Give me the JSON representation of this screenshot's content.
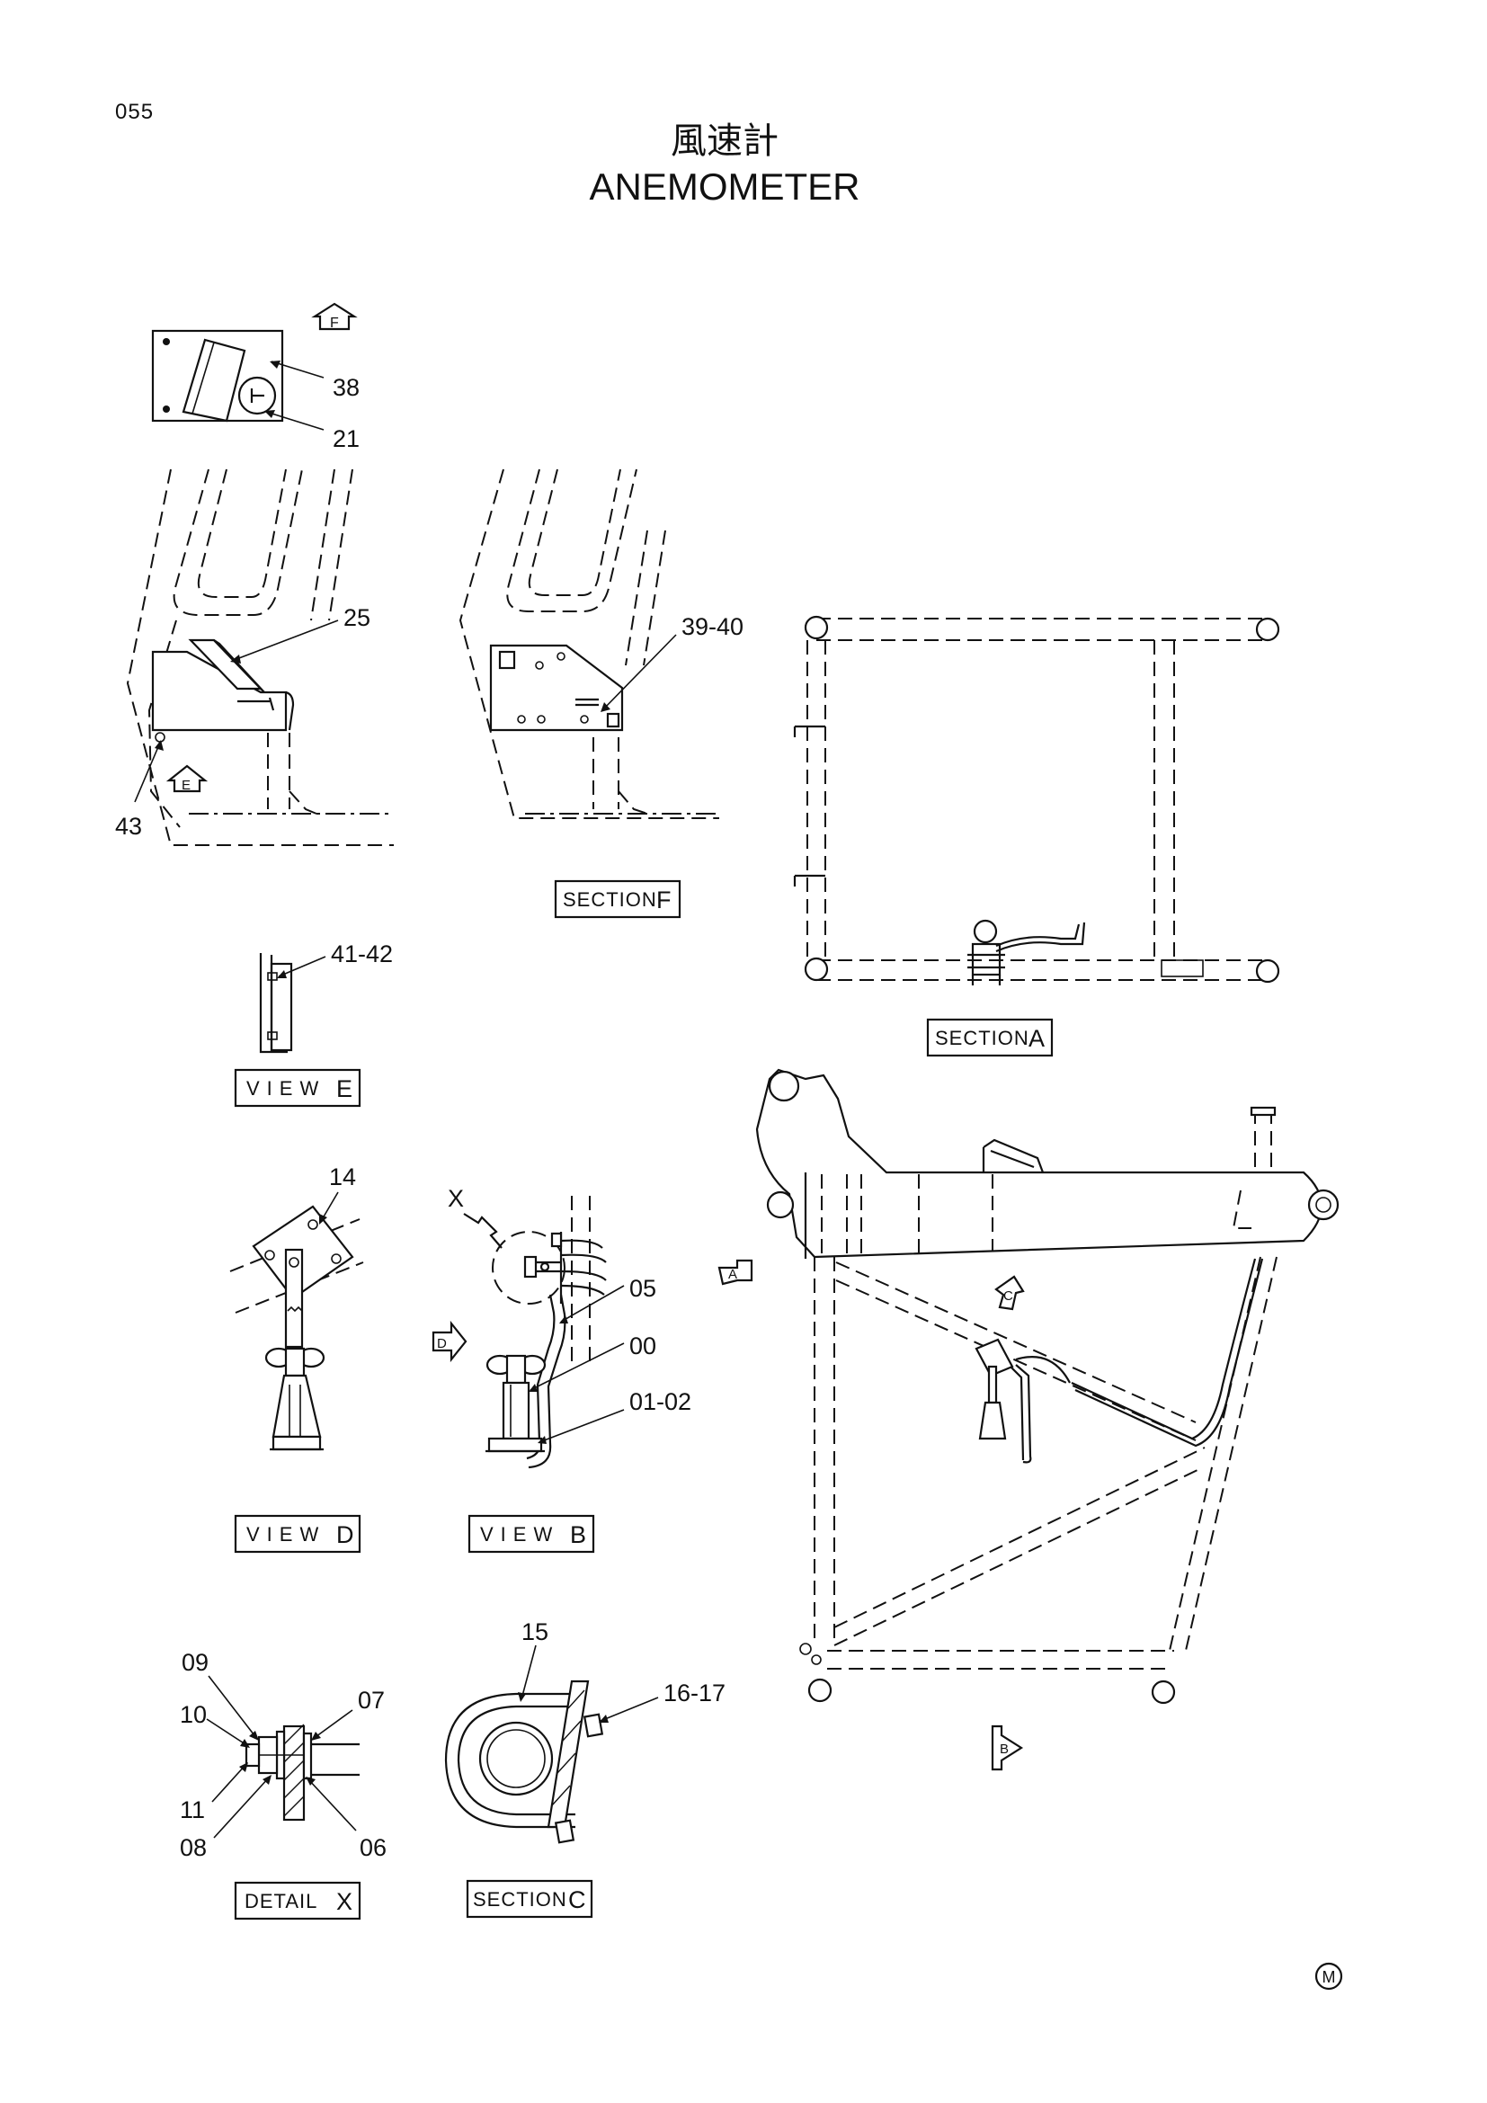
{
  "page": {
    "number": "055",
    "title_jp": "風速計",
    "title_en": "ANEMOMETER",
    "mark": "M"
  },
  "labels": {
    "section_f": {
      "text": "SECTION",
      "letter": "F"
    },
    "section_a": {
      "text": "SECTION",
      "letter": "A"
    },
    "section_c": {
      "text": "SECTION",
      "letter": "C"
    },
    "view_e": {
      "text": "VIEW",
      "letter": "E"
    },
    "view_d": {
      "text": "VIEW",
      "letter": "D"
    },
    "view_b": {
      "text": "VIEW",
      "letter": "B"
    },
    "detail_x": {
      "text": "DETAIL",
      "letter": "X"
    }
  },
  "markers": {
    "f": "F",
    "e": "E",
    "a": "A",
    "b": "B",
    "c": "C",
    "d": "D",
    "x": "X"
  },
  "parts": {
    "p38": "38",
    "p21": "21",
    "p25": "25",
    "p43": "43",
    "p39_40": "39-40",
    "p41_42": "41-42",
    "p14": "14",
    "p05": "05",
    "p00": "00",
    "p01_02": "01-02",
    "p15": "15",
    "p16_17": "16-17",
    "p09": "09",
    "p10": "10",
    "p11": "11",
    "p08": "08",
    "p07": "07",
    "p06": "06"
  }
}
